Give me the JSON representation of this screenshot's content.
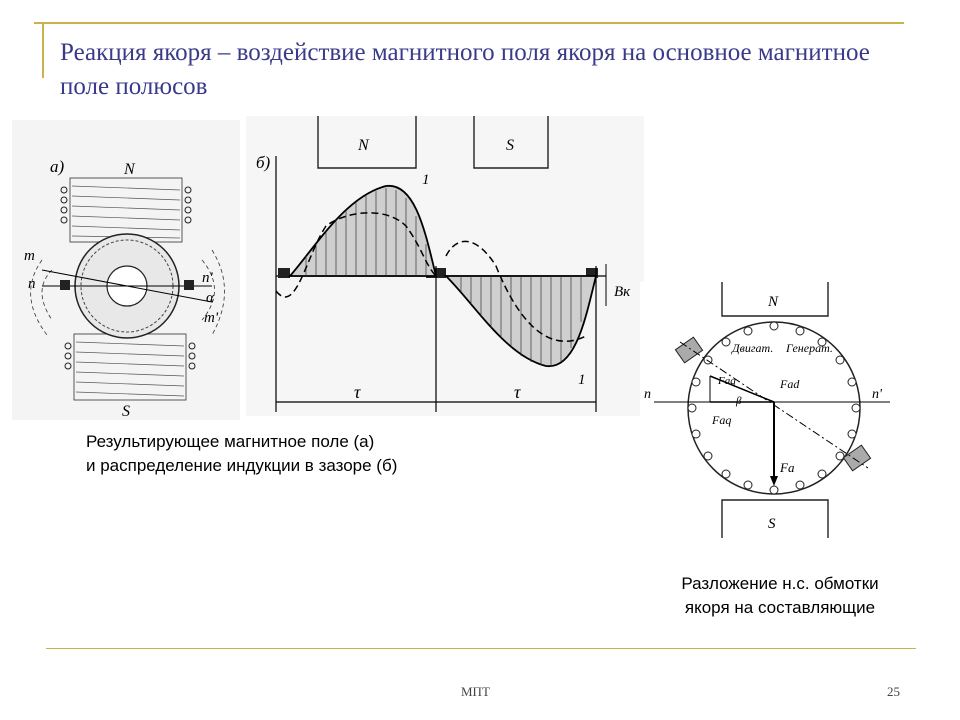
{
  "title": "Реакция якоря – воздействие магнитного поля якоря на основное магнитное поле полюсов",
  "caption_left": {
    "line1": "Результирующее магнитное поле (а)",
    "line2": "и распределение индукции в зазоре (б)"
  },
  "caption_right": {
    "line1": "Разложение н.с. обмотки",
    "line2": "якоря на составляющие"
  },
  "footer": {
    "center": "МПТ",
    "page": "25"
  },
  "figure_a": {
    "label": "а)",
    "north": "N",
    "south": "S",
    "m": "m",
    "n": "n",
    "n_prime": "n'",
    "alpha": "α",
    "m_prime": "m'"
  },
  "figure_b": {
    "label": "б)",
    "north": "N",
    "south": "S",
    "curve1_top": "1",
    "curve1_bottom": "1",
    "tau1": "τ",
    "tau2": "τ",
    "bk": "Вк"
  },
  "figure_c": {
    "north": "N",
    "south": "S",
    "n": "n",
    "n_prime": "n'",
    "motor": "Двигат.",
    "generator": "Генерат.",
    "faq": "Faq",
    "fad": "Fad",
    "faq2": "Faq",
    "beta": "β",
    "fa": "Fa"
  },
  "colors": {
    "accent_line": "#c9b24a",
    "title_text": "#3a3a8a"
  }
}
